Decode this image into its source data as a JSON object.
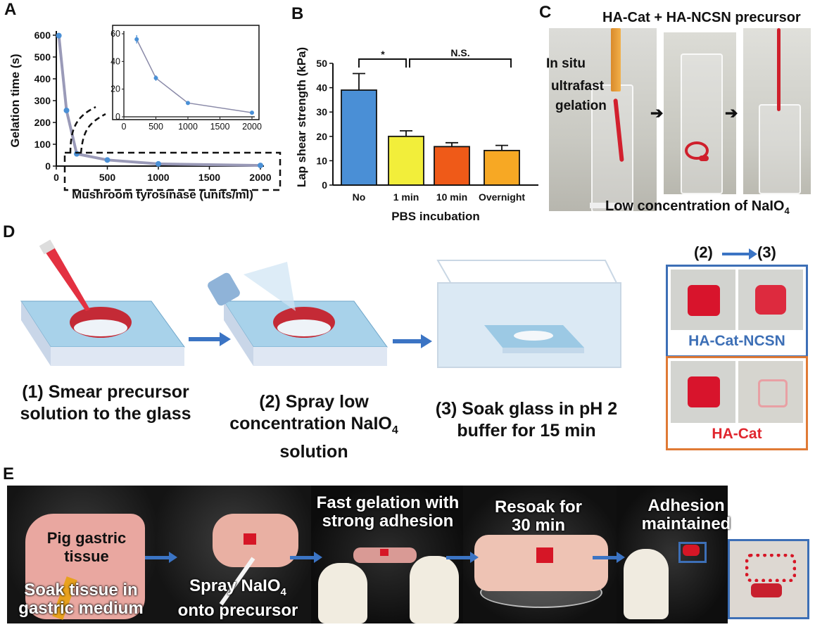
{
  "panels": {
    "a": "A",
    "b": "B",
    "c": "C",
    "d": "D",
    "e": "E"
  },
  "chart_data": [
    {
      "type": "line",
      "panel": "A",
      "ylabel": "Gelation time (s)",
      "xlabel": "Mushroom tyrosinase (units/ml)",
      "xlim": [
        0,
        2000
      ],
      "ylim": [
        0,
        600
      ],
      "xticks": [
        0,
        500,
        1000,
        1500,
        2000
      ],
      "yticks": [
        0,
        100,
        200,
        300,
        400,
        500,
        600
      ],
      "x": [
        25,
        100,
        200,
        500,
        1000,
        2000
      ],
      "values": [
        598,
        255,
        56,
        28,
        10,
        3
      ],
      "errors": [
        12,
        10,
        3,
        2,
        1,
        0.5
      ],
      "color": "#4a90d6",
      "line_color": "#9a9ab8"
    },
    {
      "type": "line",
      "panel": "A-inset",
      "xlim": [
        0,
        2000
      ],
      "ylim": [
        0,
        60
      ],
      "xticks": [
        0,
        500,
        1000,
        1500,
        2000
      ],
      "yticks": [
        0,
        20,
        40,
        60
      ],
      "x": [
        200,
        500,
        1000,
        2000
      ],
      "values": [
        56,
        28,
        10,
        3
      ],
      "errors": [
        3,
        2,
        1,
        0.5
      ]
    },
    {
      "type": "bar",
      "panel": "B",
      "ylabel": "Lap shear strength (kPa)",
      "xlabel": "PBS incubation",
      "categories": [
        "No",
        "1 min",
        "10 min",
        "Overnight"
      ],
      "values": [
        39,
        20,
        15.8,
        14.2
      ],
      "errors": [
        6.8,
        2.3,
        1.6,
        2.1
      ],
      "colors": [
        "#4a8fd6",
        "#f2ee3a",
        "#ef5a18",
        "#f7a824"
      ],
      "ylim": [
        0,
        50
      ],
      "yticks": [
        0,
        10,
        20,
        30,
        40,
        50
      ],
      "sig1": "*",
      "sig2": "N.S."
    }
  ],
  "panel_c": {
    "title": "HA-Cat + HA-NCSN precursor",
    "in_situ": "In situ",
    "ultrafast": "ultrafast",
    "gelation": "gelation",
    "bottom_pre": "Low concentration of NaIO",
    "bottom_sub": "4"
  },
  "panel_d": {
    "step1_line1": "(1) Smear precursor",
    "step1_line2": "solution to the glass",
    "step2_line1": "(2) Spray low",
    "step2_line2a": "concentration NaIO",
    "step2_sub": "4",
    "step2_line3": "solution",
    "step3_line1": "(3) Soak glass in pH 2",
    "step3_line2": "buffer for 15 min",
    "header_from": "(2)",
    "header_to": "(3)",
    "box1_label": "HA-Cat-NCSN",
    "box2_label": "HA-Cat",
    "box1_color": "#3d6fb6",
    "box2_color": "#e07a35"
  },
  "panel_e": {
    "p1_top_line1": "Pig gastric",
    "p1_top_line2": "tissue",
    "p1_bottom_line1": "Soak  tissue in",
    "p1_bottom_line2": "gastric medium",
    "p2_line1_pre": "Spray NaIO",
    "p2_sub": "4",
    "p2_line2": "onto precursor",
    "p3_line1": "Fast gelation with",
    "p3_line2": "strong adhesion",
    "p4_line1": "Resoak for",
    "p4_line2": "30 min",
    "p5_line1": "Adhesion",
    "p5_line2": "maintained"
  }
}
